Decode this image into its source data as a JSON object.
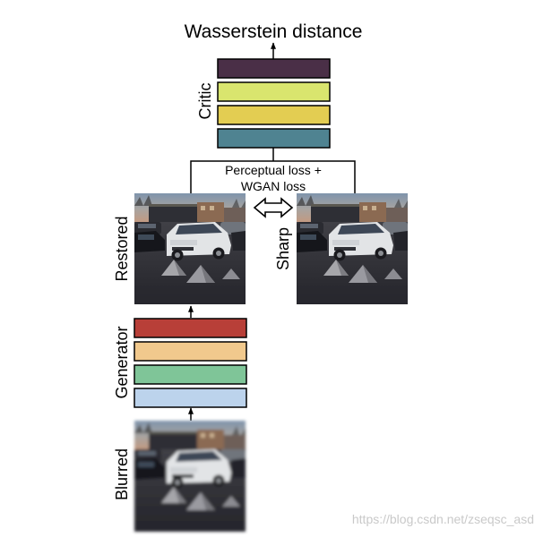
{
  "diagram": {
    "title": "Wasserstein distance",
    "critic_label": "Critic",
    "loss_line1": "Perceptual loss +",
    "loss_line2": "WGAN loss",
    "restored_label": "Restored",
    "sharp_label": "Sharp",
    "generator_label": "Generator",
    "blurred_label": "Blurred",
    "critic_layer_colors": [
      "#4a2f47",
      "#d9e56e",
      "#e3cd52",
      "#4f8391"
    ],
    "generator_layer_colors": [
      "#b83f38",
      "#f1c98d",
      "#7fc598",
      "#bcd3ec"
    ],
    "watermark": "https://blog.csdn.net/zseqsc_asd"
  }
}
